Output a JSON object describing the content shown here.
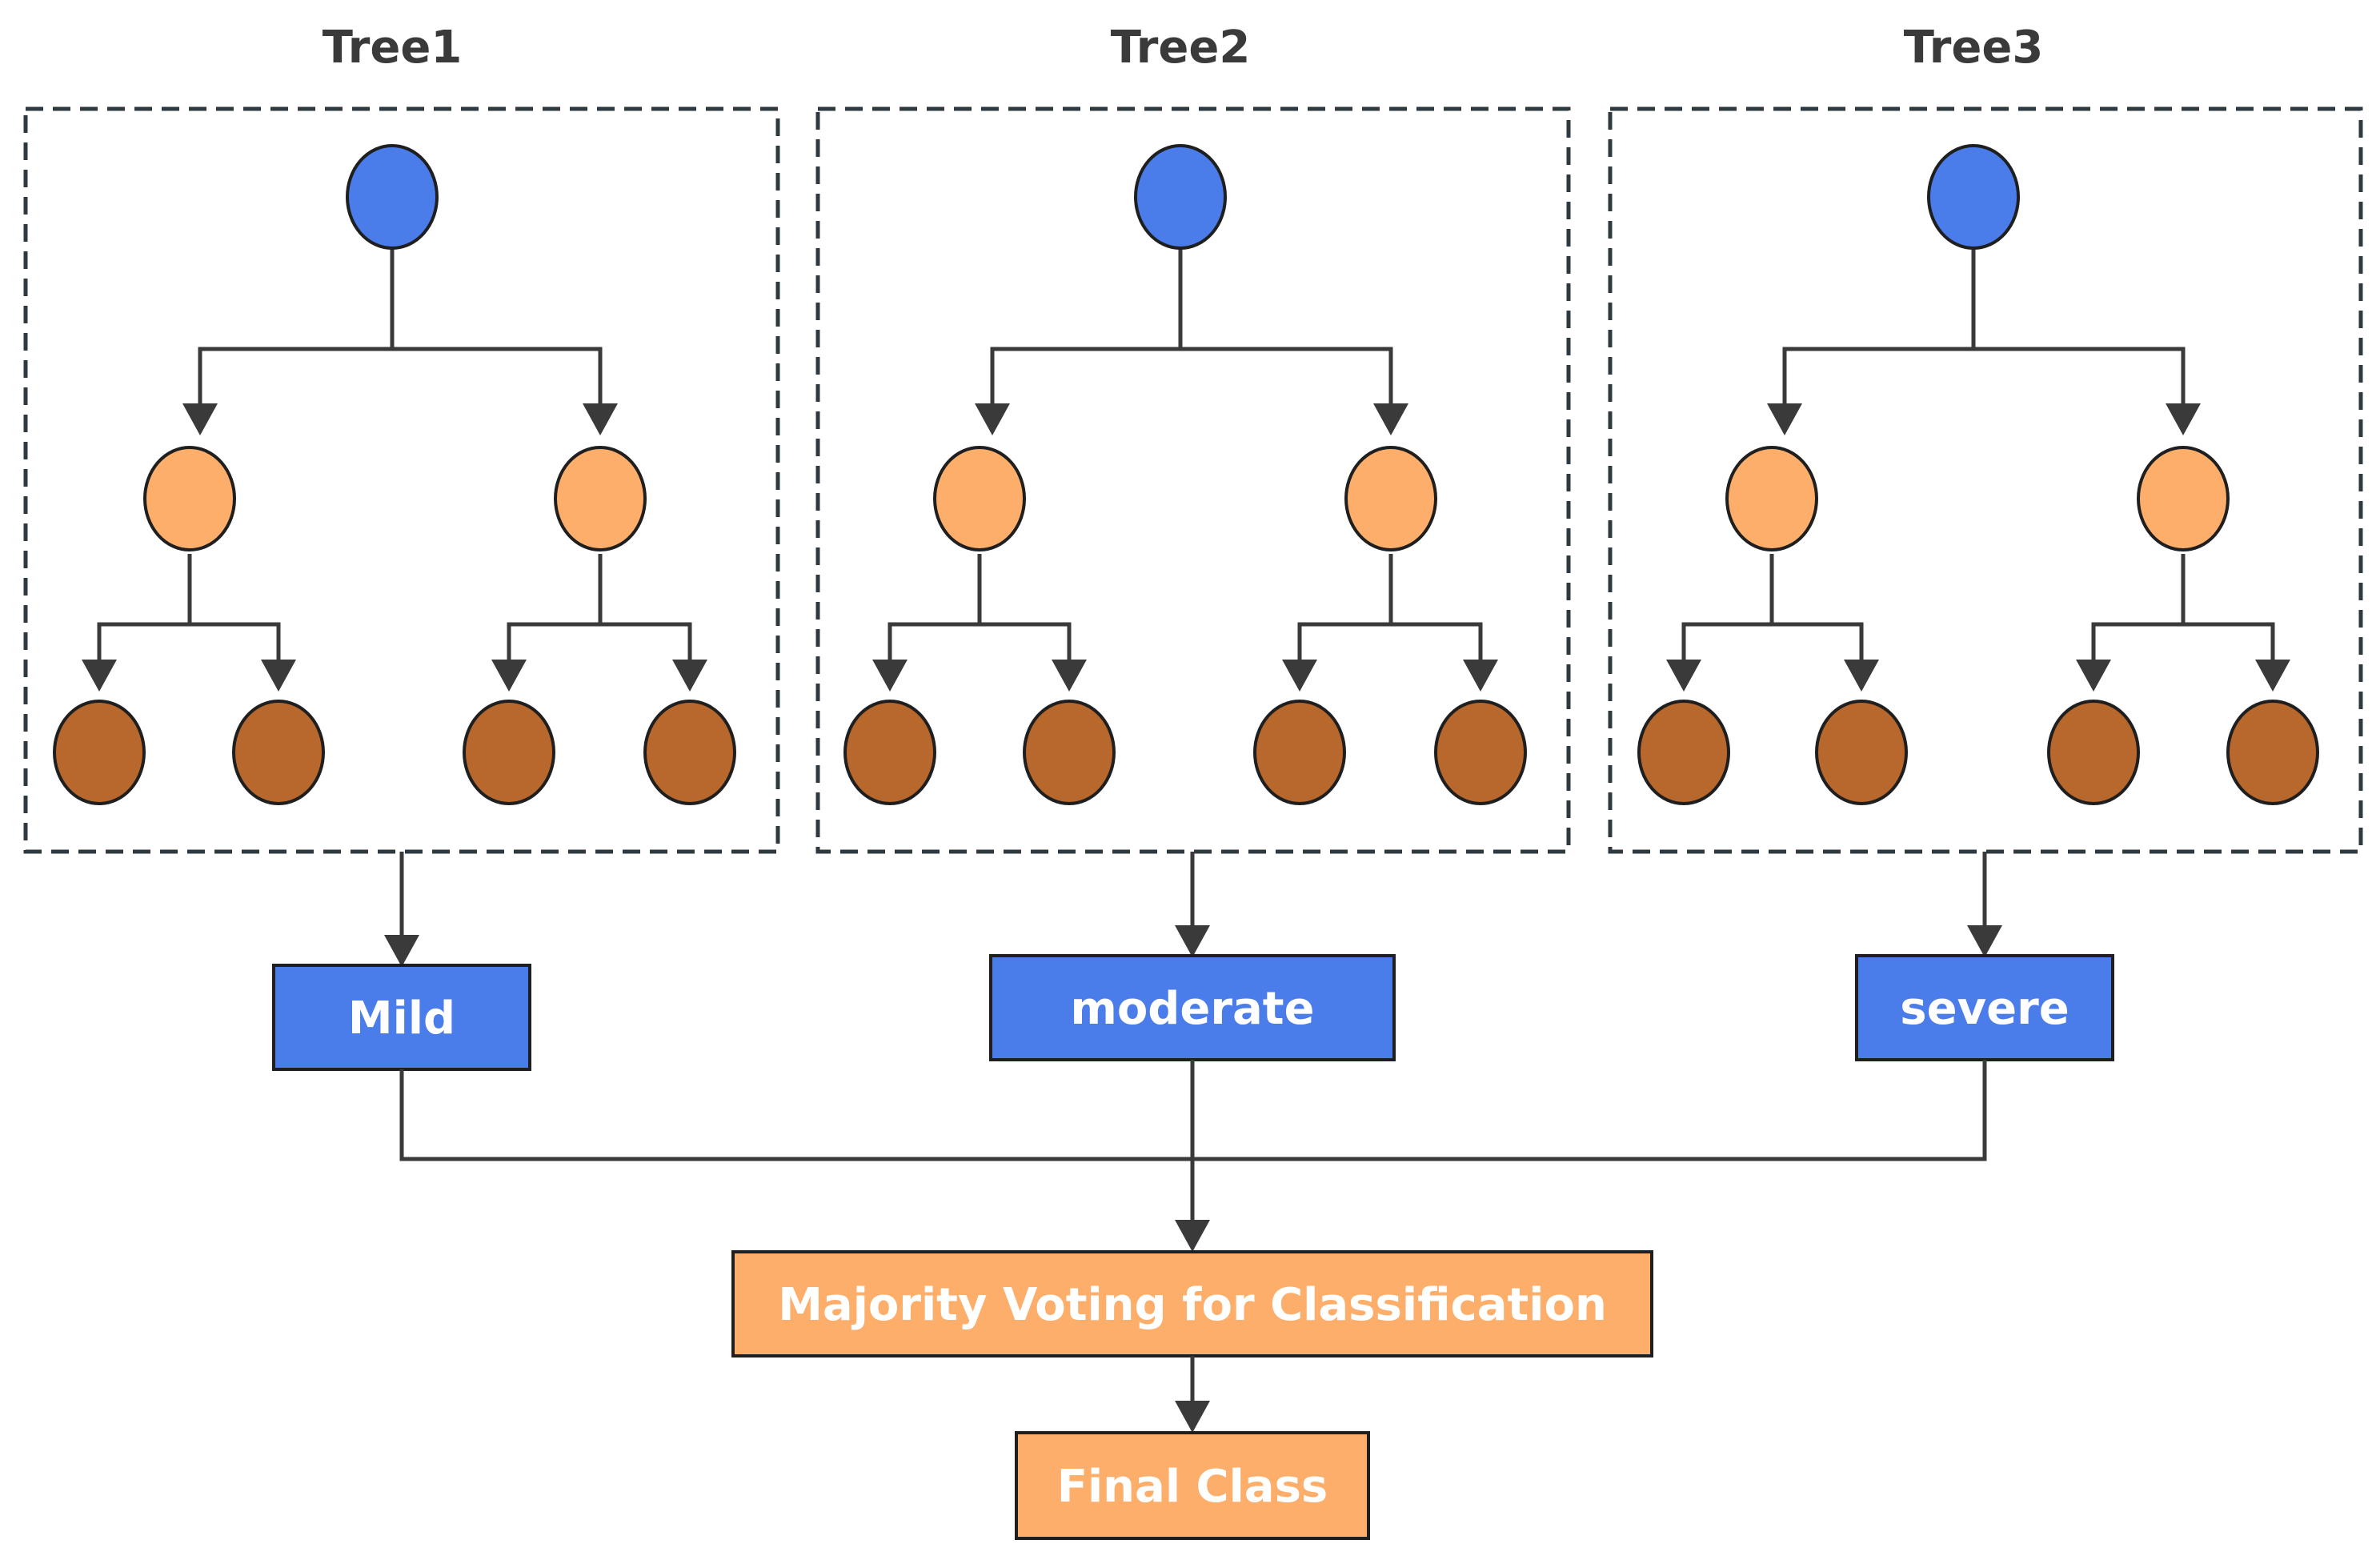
{
  "trees": [
    {
      "title": "Tree1",
      "output": "Mild"
    },
    {
      "title": "Tree2",
      "output": "moderate"
    },
    {
      "title": "Tree3",
      "output": "severe"
    }
  ],
  "aggregator": {
    "label": "Majority Voting for Classification"
  },
  "result": {
    "label": "Final Class"
  },
  "colors": {
    "root_node": "#4a7cea",
    "internal_node": "#fdae6b",
    "leaf_node": "#b8682c",
    "output_box": "#4a7cea",
    "voting_box": "#fdae6b"
  }
}
